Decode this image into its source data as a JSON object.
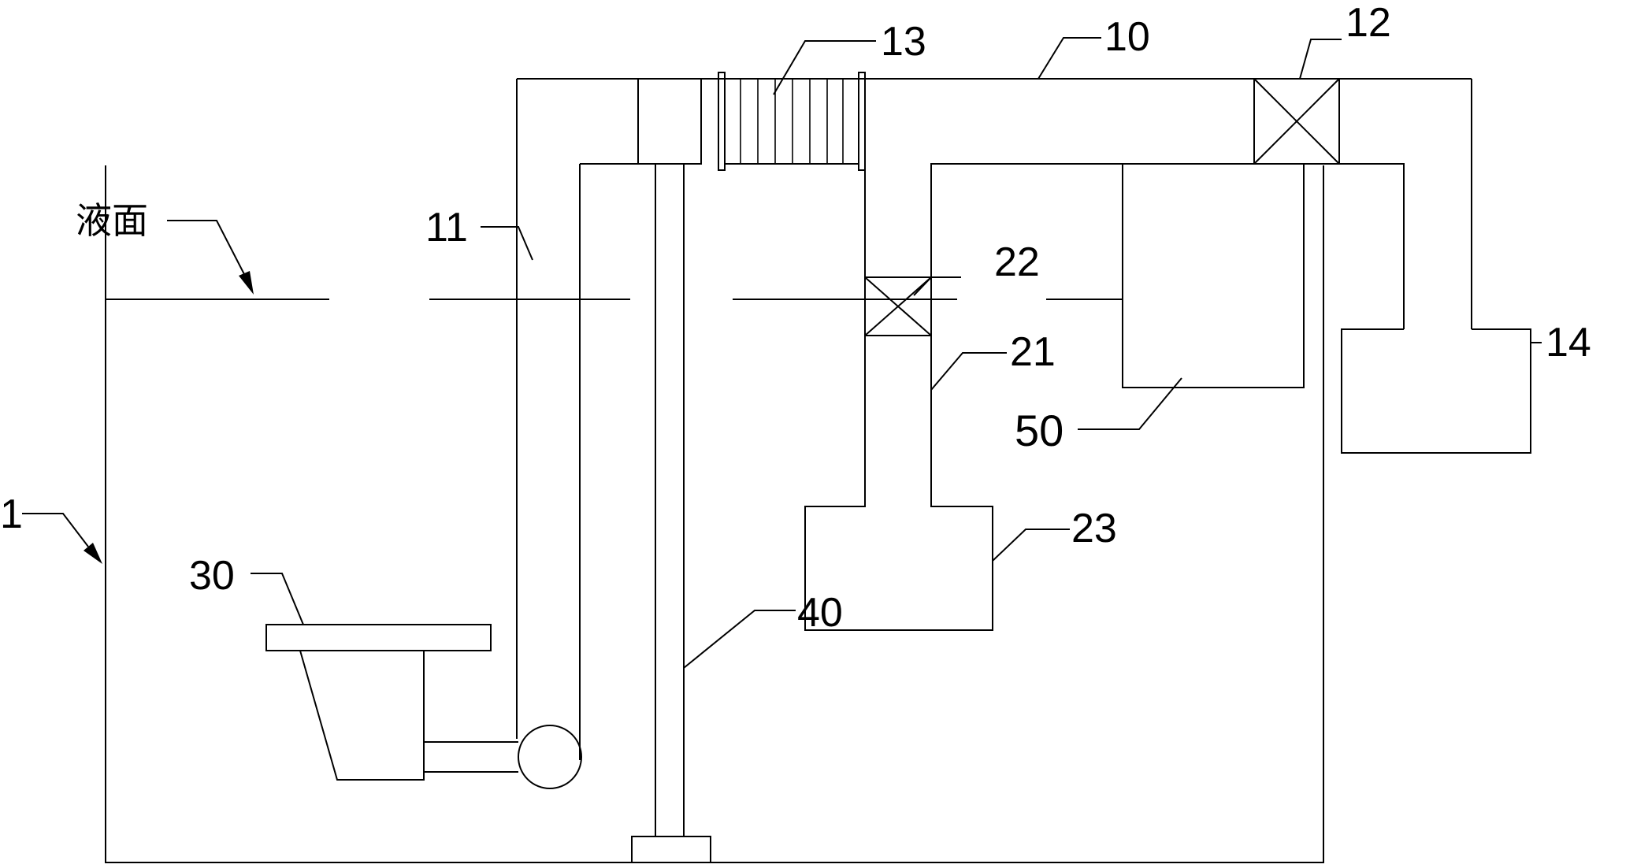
{
  "labels": {
    "liquid_level": "液面",
    "tank": "1",
    "pipe_10": "10",
    "pipe_11": "11",
    "valve_12": "12",
    "filter_13": "13",
    "box_14": "14",
    "pipe_21": "21",
    "valve_22": "22",
    "box_23": "23",
    "skimmer_30": "30",
    "rod_40": "40",
    "box_50": "50"
  }
}
